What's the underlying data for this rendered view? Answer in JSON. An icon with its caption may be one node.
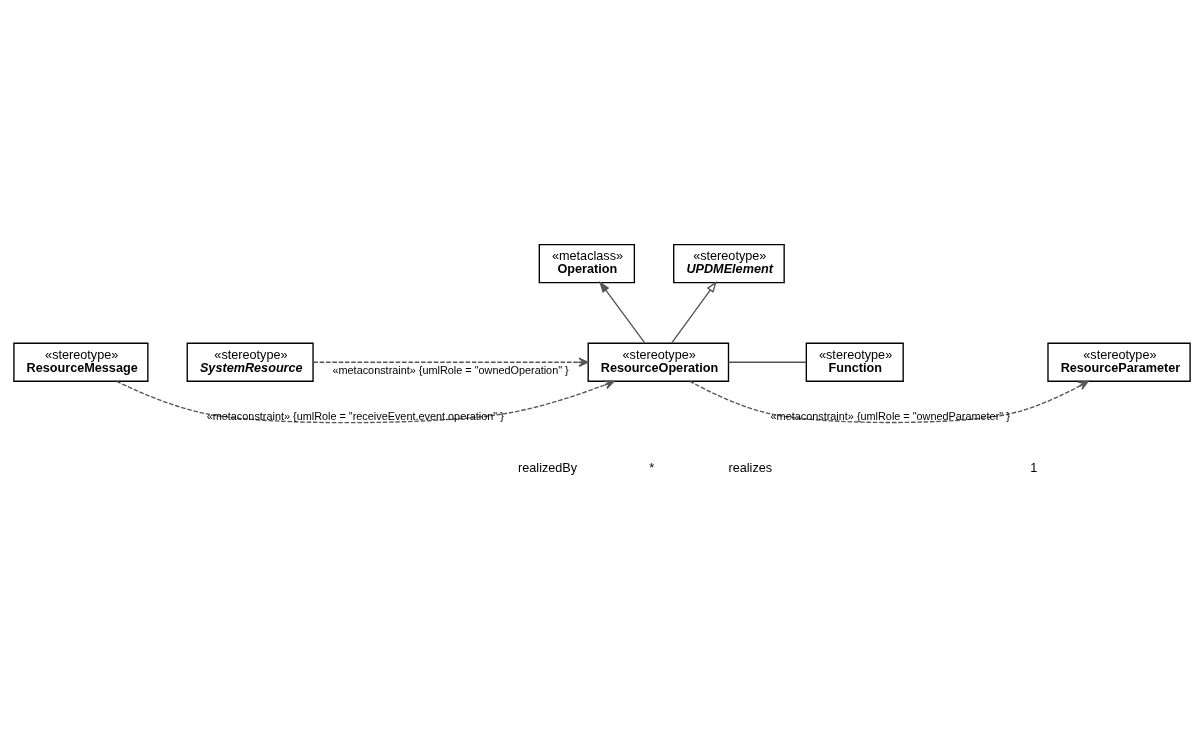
{
  "diagram": {
    "nodes": [
      {
        "text": [
          "«metaclass»",
          "Operation"
        ]
      },
      {
        "text": [
          "«stereotype»",
          "UPDMElement"
        ]
      },
      {
        "text": [
          "«stereotype»",
          "ResourceOperation"
        ]
      },
      {
        "text": [
          "«stereotype»",
          "ResourceMessage"
        ]
      },
      {
        "text": [
          "«stereotype»",
          "SystemResource"
        ]
      },
      {
        "text": [
          "«stereotype»",
          "ResourceParameter"
        ]
      },
      {
        "text": [
          "«stereotype»",
          "Function"
        ]
      }
    ],
    "edges": [
      {
        "from": 2,
        "to": 0,
        "arrow": "to"
      },
      {
        "from": 2,
        "to": 1,
        "arrow": "to"
      },
      {
        "from": 3,
        "to": 2,
        "arrow": "to",
        "style": "dashed",
        "label": "«metaconstraint» {umlRole = \"receiveEvent.event.operation\" }"
      },
      {
        "from": 4,
        "to": 2,
        "arrow": "to",
        "style": "dashed",
        "label": "«metaconstraint» {umlRole = \"ownedOperation\" }"
      },
      {
        "from": 2,
        "to": 5,
        "arrow": "to",
        "style": "dashed",
        "label": "«metaconstraint» {umlRole = \"ownedParameter\" }"
      },
      {
        "from": 2,
        "to": 6,
        "arrow": "none"
      }
    ],
    "labels": [
      "realizedBy",
      "*",
      "realizes",
      "1"
    ]
  }
}
